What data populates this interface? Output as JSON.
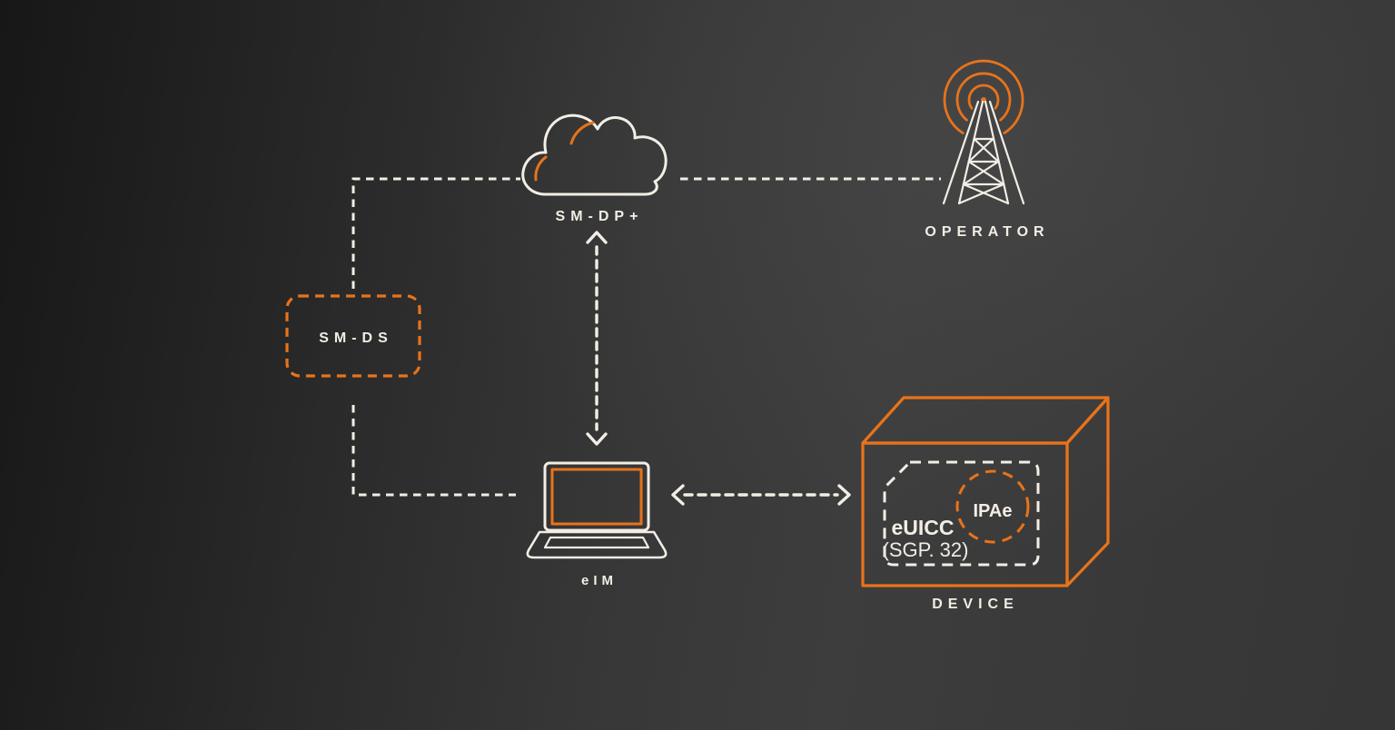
{
  "diagram": {
    "kind": "eSIM remote provisioning architecture",
    "nodes": {
      "sm_dp": {
        "label": "SM-DP+",
        "icon": "cloud-icon"
      },
      "operator": {
        "label": "OPERATOR",
        "icon": "radio-tower-icon"
      },
      "sm_ds": {
        "label": "SM-DS",
        "icon": "dashed-rounded-box"
      },
      "eim": {
        "label": "eIM",
        "icon": "laptop-icon"
      },
      "device": {
        "label": "DEVICE",
        "icon": "3d-box-icon",
        "euicc": {
          "label": "eUICC",
          "spec": "(SGP. 32)",
          "icon": "sim-card-outline"
        },
        "ipae": {
          "label": "IPAe",
          "icon": "dashed-circle"
        }
      }
    },
    "connections": [
      {
        "from": "SM-DS",
        "to": "SM-DP+",
        "style": "dashed-line"
      },
      {
        "from": "SM-DP+",
        "to": "OPERATOR",
        "style": "dashed-line"
      },
      {
        "from": "SM-DP+",
        "to": "eIM",
        "style": "dashed-double-arrow"
      },
      {
        "from": "SM-DS",
        "to": "eIM",
        "style": "dashed-line"
      },
      {
        "from": "eIM",
        "to": "DEVICE",
        "style": "dashed-double-arrow"
      }
    ],
    "colors": {
      "accent_orange": "#e8731a",
      "line_cream": "#f2eee5",
      "background_dark": "#1a1a1a",
      "background_light": "#3d3d3d"
    }
  }
}
